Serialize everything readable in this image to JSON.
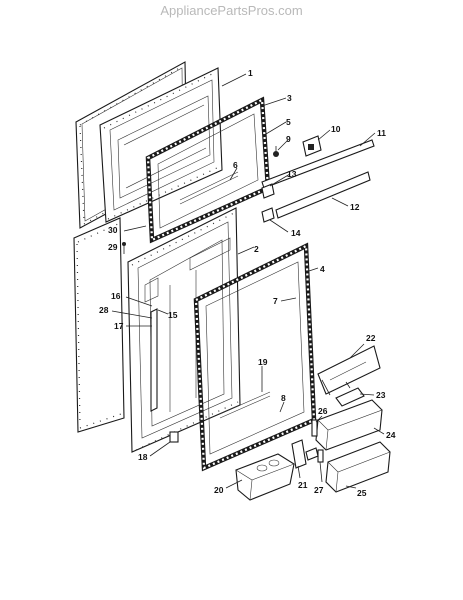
{
  "watermark": "AppliancePartsPros.com",
  "part_labels": {
    "p1": "1",
    "p2": "2",
    "p3": "3",
    "p4": "4",
    "p5": "5",
    "p6": "6",
    "p7": "7",
    "p8": "8",
    "p9": "9",
    "p10": "10",
    "p11": "11",
    "p12": "12",
    "p13": "13",
    "p14": "14",
    "p15": "15",
    "p16": "16",
    "p17": "17",
    "p18": "18",
    "p19": "19",
    "p20": "20",
    "p21": "21",
    "p22": "22",
    "p23": "23",
    "p24": "24",
    "p25": "25",
    "p26": "26",
    "p27": "27",
    "p28": "28",
    "p29": "29",
    "p30": "30"
  }
}
